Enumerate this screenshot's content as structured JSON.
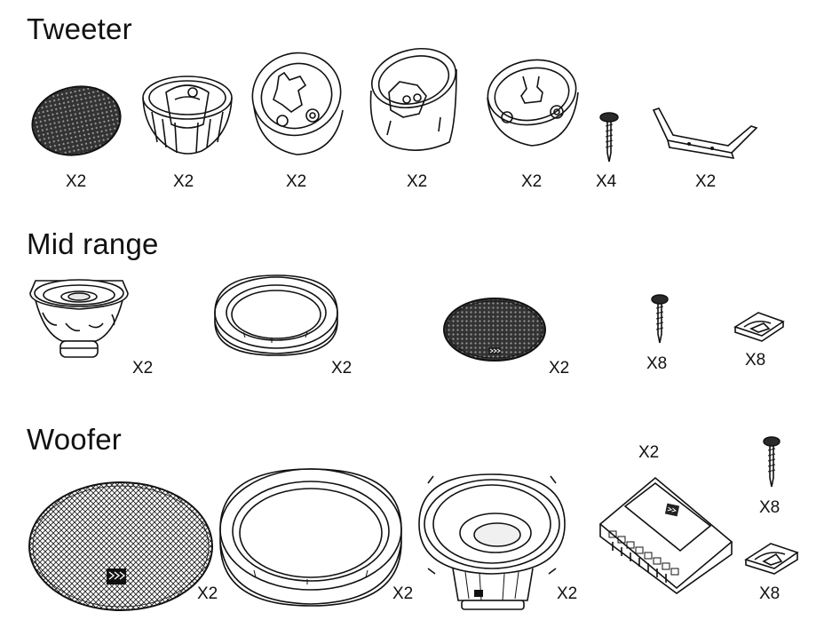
{
  "sections": {
    "tweeter": {
      "title": "Tweeter",
      "quantities": [
        "X2",
        "X2",
        "X2",
        "X2",
        "X2",
        "X4",
        "X2"
      ]
    },
    "mid_range": {
      "title": "Mid range",
      "quantities": [
        "X2",
        "X2",
        "X2",
        "X8",
        "X8"
      ]
    },
    "woofer": {
      "title": "Woofer",
      "quantities": [
        "X2",
        "X2",
        "X2",
        "X2",
        "X8",
        "X8"
      ]
    }
  }
}
